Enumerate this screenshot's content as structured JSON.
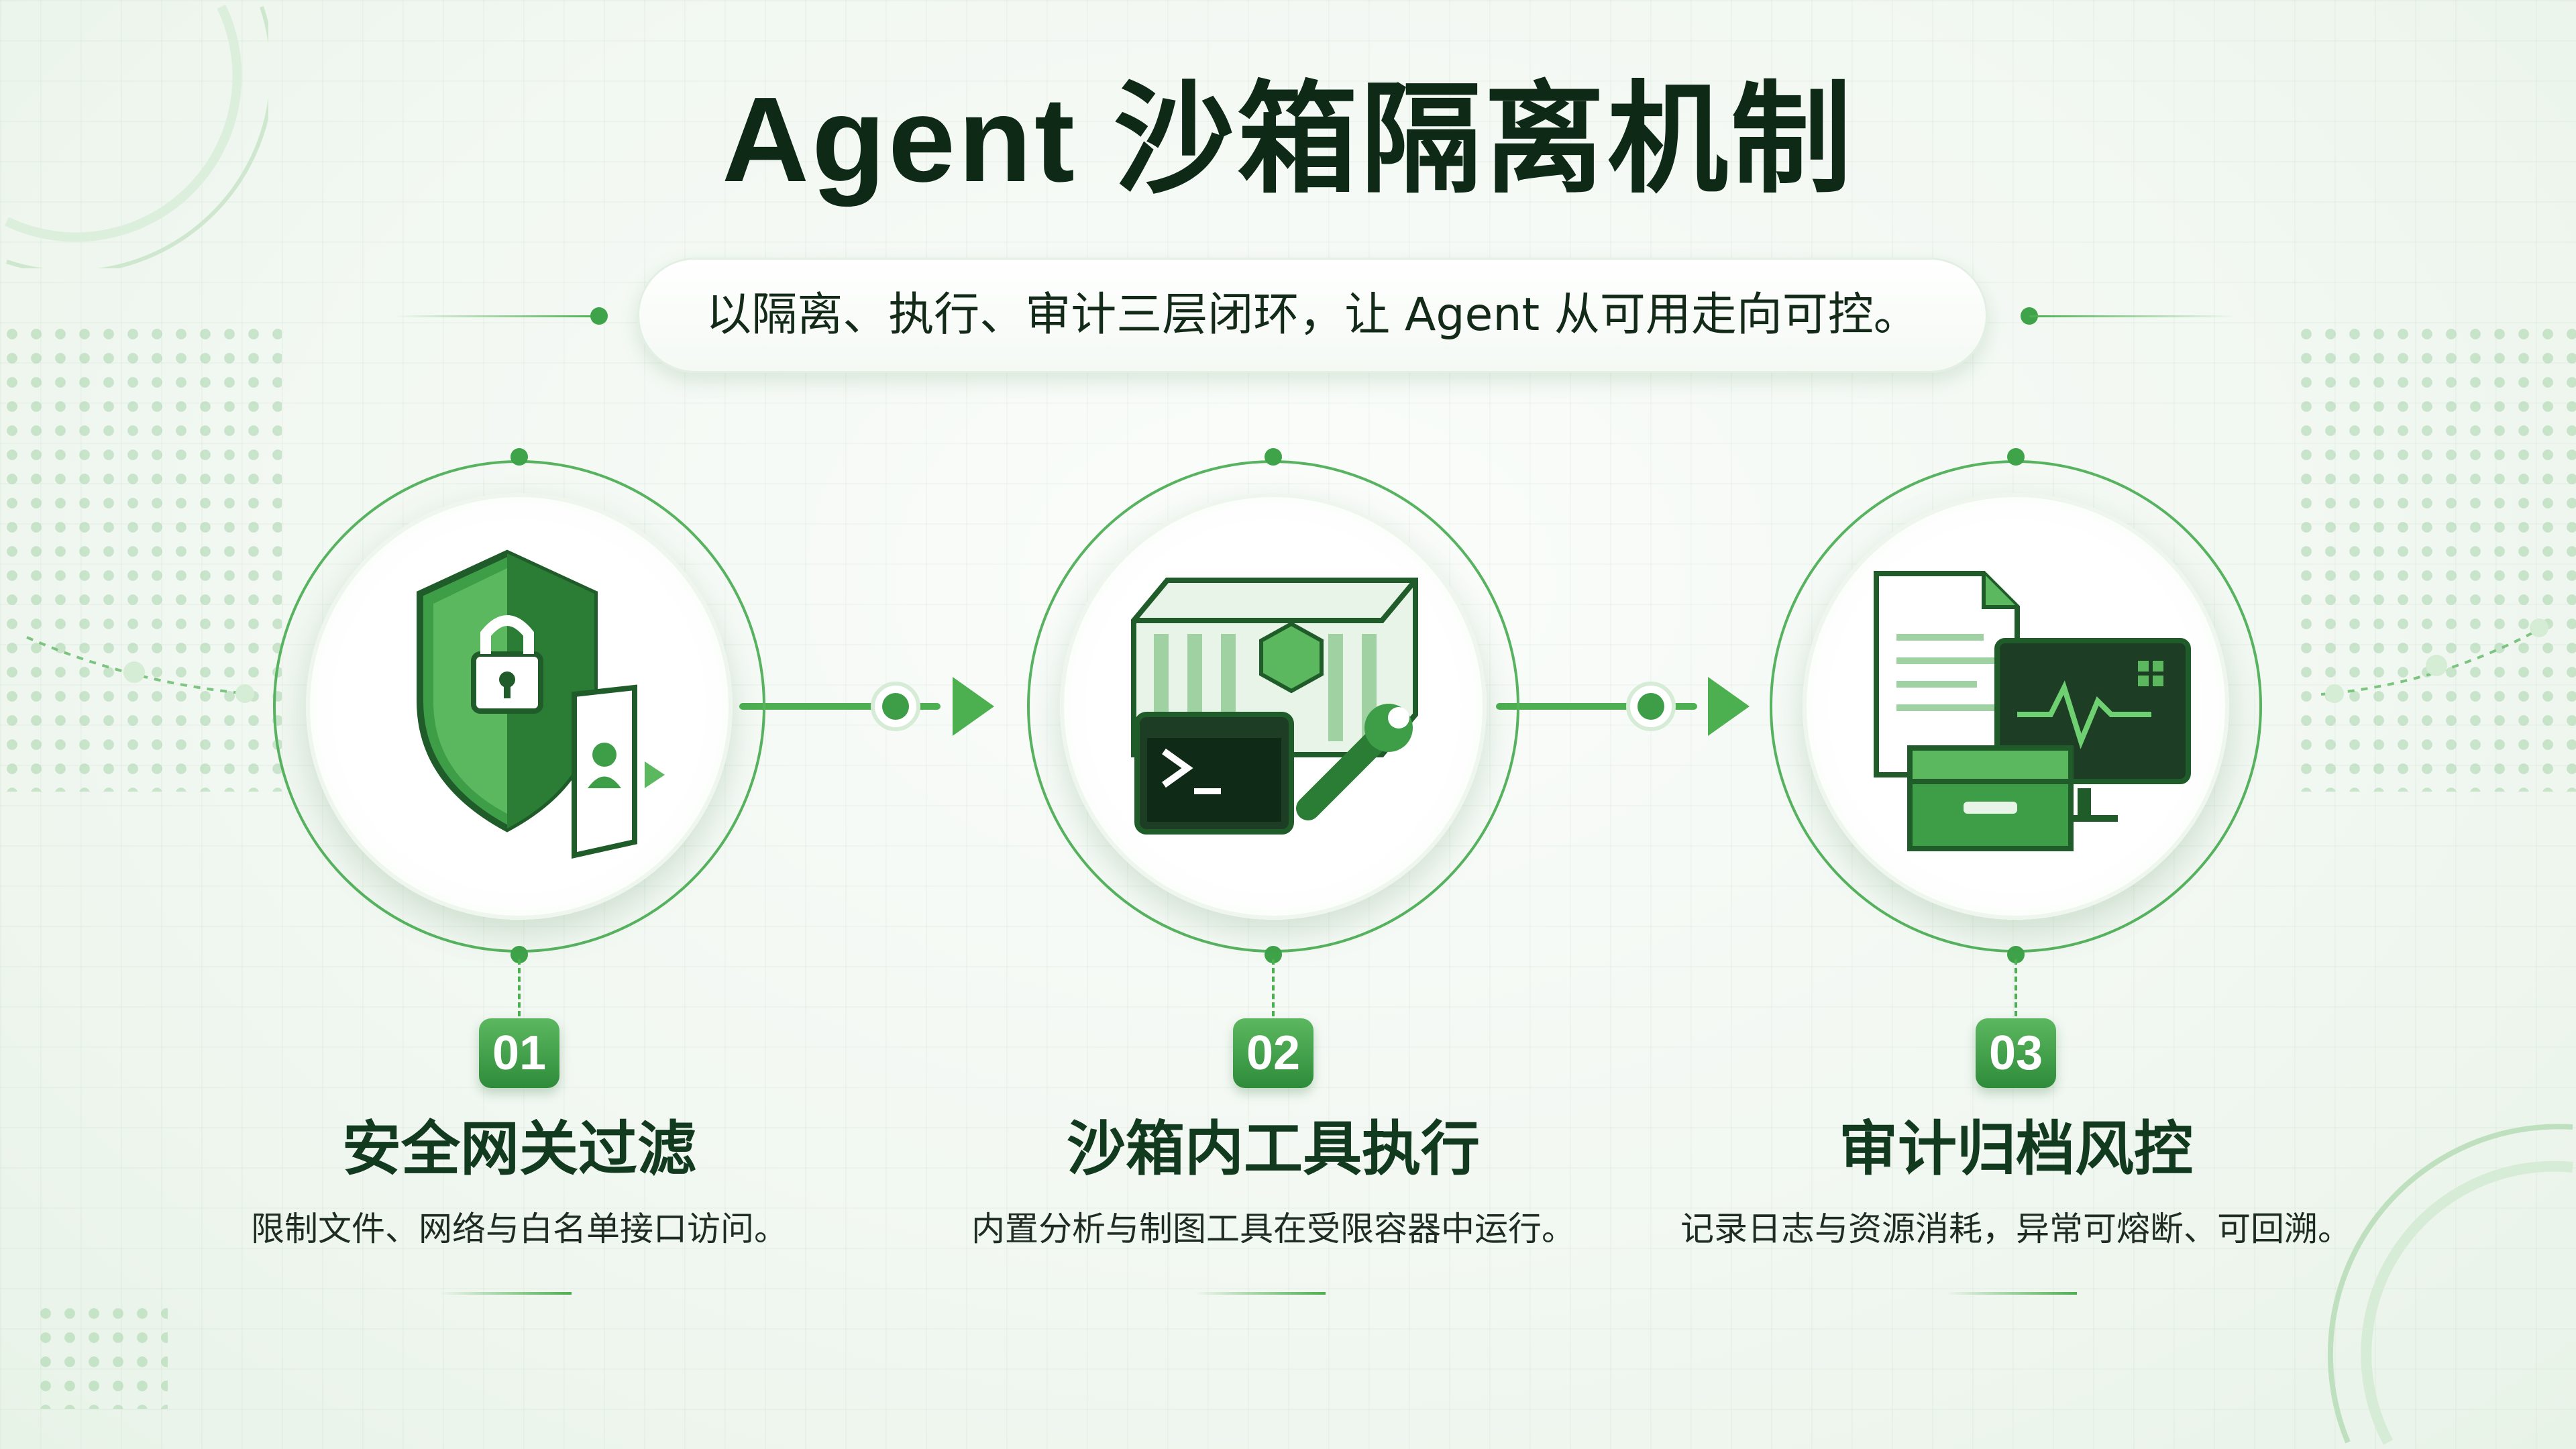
{
  "title": "Agent 沙箱隔离机制",
  "subtitle": "以隔离、执行、审计三层闭环，让 Agent 从可用走向可控。",
  "steps": [
    {
      "number": "01",
      "title": "安全网关过滤",
      "description": "限制文件、网络与白名单接口访问。",
      "icon": "shield-lock-door-icon"
    },
    {
      "number": "02",
      "title": "沙箱内工具执行",
      "description": "内置分析与制图工具在受限容器中运行。",
      "icon": "container-terminal-wrench-icon"
    },
    {
      "number": "03",
      "title": "审计归档风控",
      "description": "记录日志与资源消耗，异常可熔断、可回溯。",
      "icon": "document-monitor-archive-icon"
    }
  ],
  "colors": {
    "accent": "#4caf50",
    "dark": "#0e2a17",
    "badge": "#3a9a44"
  }
}
